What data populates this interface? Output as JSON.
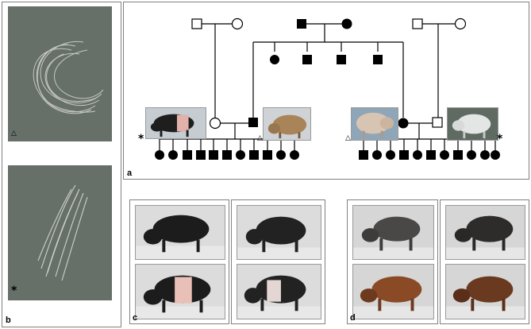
{
  "panels": {
    "a": {
      "label": "a"
    },
    "b": {
      "label": "b",
      "marker_top": "△",
      "marker_bottom": "*"
    },
    "c": {
      "label": "c"
    },
    "d": {
      "label": "d"
    }
  },
  "pedigree": {
    "marker_left_photo": "*",
    "marker_left_tri": "△",
    "marker_right_tri": "△",
    "marker_right_photo": "*"
  },
  "colors": {
    "border": "#808080",
    "hair_bg": "#667068",
    "affected": "#000000",
    "unaffected": "#ffffff"
  }
}
